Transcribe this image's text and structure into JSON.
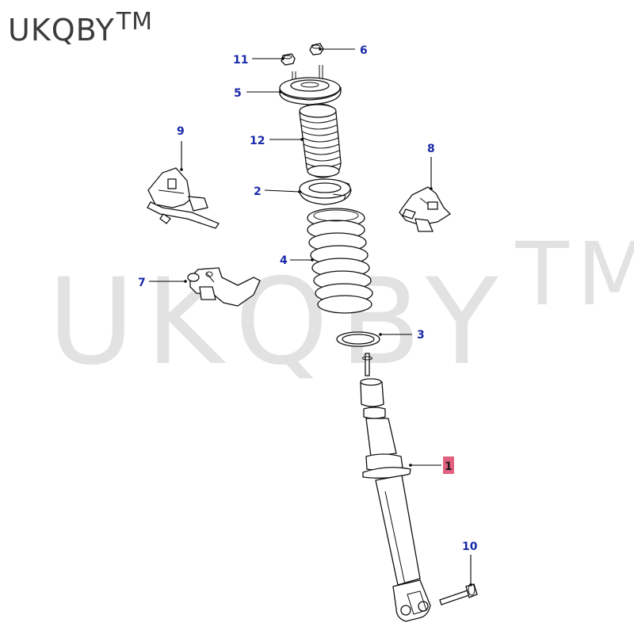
{
  "brand": {
    "text": "UKQBY",
    "suffix": "TM"
  },
  "watermark": {
    "text": "UKQBY",
    "suffix": "TM"
  },
  "callouts": [
    {
      "id": "1",
      "label": "1",
      "highlight": true
    },
    {
      "id": "2",
      "label": "2"
    },
    {
      "id": "3",
      "label": "3"
    },
    {
      "id": "4",
      "label": "4"
    },
    {
      "id": "5",
      "label": "5"
    },
    {
      "id": "6",
      "label": "6"
    },
    {
      "id": "7",
      "label": "7"
    },
    {
      "id": "8",
      "label": "8"
    },
    {
      "id": "9",
      "label": "9"
    },
    {
      "id": "10",
      "label": "10"
    },
    {
      "id": "11",
      "label": "11"
    },
    {
      "id": "12",
      "label": "12"
    }
  ],
  "colors": {
    "callout": "#1a2aa8",
    "highlight": "#e0607e",
    "watermark": "#e2e2e2",
    "brand": "#3c3c3c"
  }
}
